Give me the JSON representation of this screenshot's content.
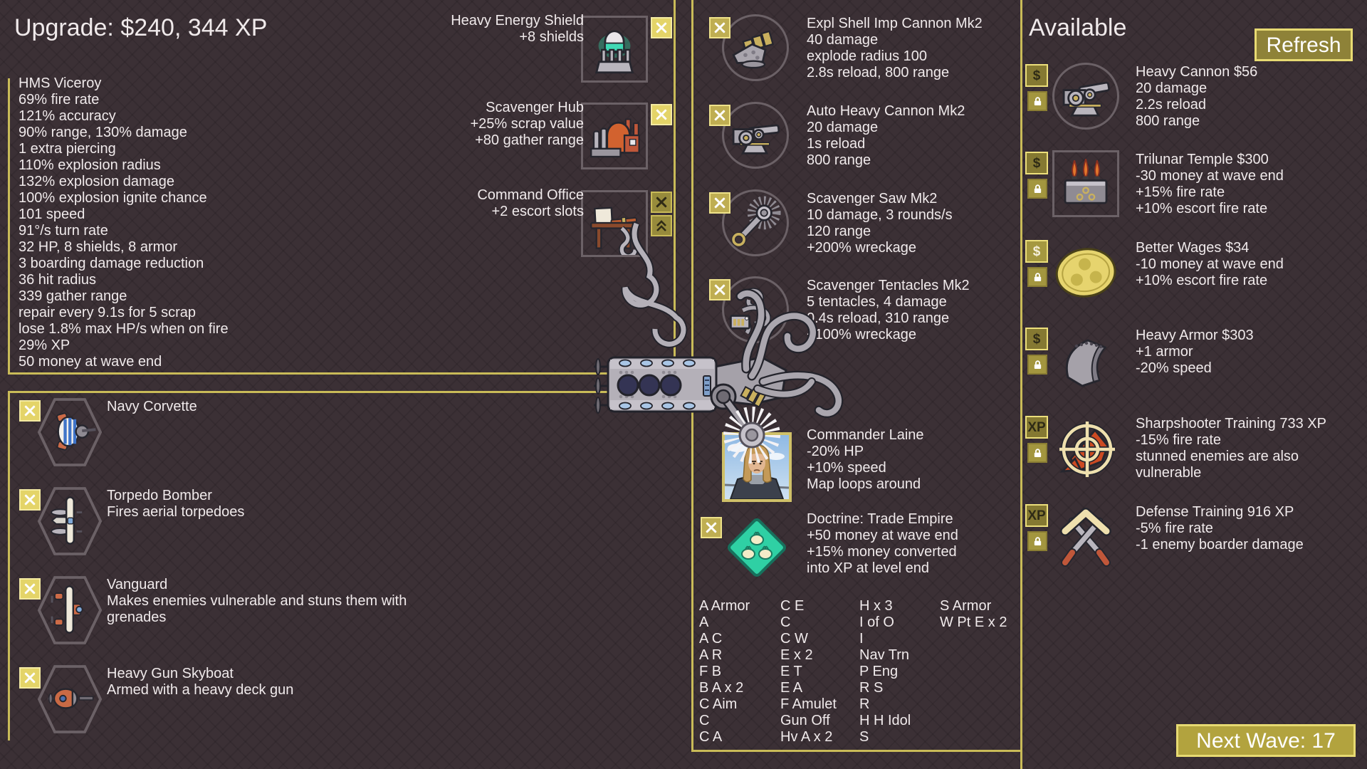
{
  "header": {
    "title": "Upgrade: $240, 344 XP"
  },
  "ship": {
    "stats": "HMS Viceroy\n69% fire rate\n121% accuracy\n90% range, 130% damage\n1 extra piercing\n110% explosion radius\n132% explosion damage\n100% explosion ignite chance\n101 speed\n91°/s turn rate\n32 HP, 8 shields, 8 armor\n3 boarding damage reduction\n36 hit radius\n339 gather range\nrepair every 9.1s for 5 scrap\nlose 1.8% max HP/s when on fire\n29% XP\n50 money at wave end"
  },
  "modules": [
    {
      "name": "Heavy Energy Shield",
      "desc": "+8 shields",
      "icon": "energy-shield-icon"
    },
    {
      "name": "Scavenger Hub",
      "desc": "+25% scrap value\n+80 gather range",
      "icon": "scavenger-hub-icon"
    },
    {
      "name": "Command Office",
      "desc": "+2 escort slots",
      "icon": "command-office-icon"
    }
  ],
  "weapons": [
    {
      "name": "Expl Shell Imp Cannon Mk2",
      "desc": "40 damage\nexplode radius 100\n2.8s reload, 800 range",
      "icon": "explosive-cannon-icon"
    },
    {
      "name": "Auto Heavy Cannon Mk2",
      "desc": "20 damage\n1s reload\n800 range",
      "icon": "auto-cannon-icon"
    },
    {
      "name": "Scavenger Saw Mk2",
      "desc": "10 damage, 3 rounds/s\n120 range\n+200% wreckage",
      "icon": "scavenger-saw-icon"
    },
    {
      "name": "Scavenger Tentacles Mk2",
      "desc": "5 tentacles, 4 damage\n0.4s reload, 310 range\n+100% wreckage",
      "icon": "scavenger-tentacles-icon"
    }
  ],
  "commander": {
    "name": "Commander Laine",
    "desc": "-20% HP\n+10% speed\nMap loops around",
    "icon": "commander-portrait"
  },
  "doctrine": {
    "name": "Doctrine: Trade Empire",
    "desc": "+50 money at wave end\n+15% money converted\ninto XP at level end",
    "icon": "doctrine-diamond-icon"
  },
  "letters": {
    "c1": "A Armor\nA\nA C\nA R\nF B\nB A x 2\nC Aim\nC\nC A",
    "c2": "C E\nC\nC W\nE x 2\nE T\nE A\nF Amulet\nGun Off\nHv A x 2",
    "c3": "H x 3\nI of O\nI\nNav Trn\nP Eng\nR S\nR\nH H Idol\nS",
    "c4": "S Armor\nW Pt E x 2"
  },
  "escorts": [
    {
      "name": "Navy Corvette",
      "desc": "",
      "icon": "navy-corvette-icon"
    },
    {
      "name": "Torpedo Bomber",
      "desc": "Fires aerial torpedoes",
      "icon": "torpedo-bomber-icon"
    },
    {
      "name": "Vanguard",
      "desc": "Makes enemies vulnerable and stuns them with\ngrenades",
      "icon": "vanguard-icon"
    },
    {
      "name": "Heavy Gun Skyboat",
      "desc": "Armed with a heavy deck gun",
      "icon": "heavy-gun-skyboat-icon"
    }
  ],
  "shop": {
    "title": "Available",
    "refresh_label": "Refresh",
    "items": [
      {
        "name": "Heavy Cannon $56",
        "desc": "20 damage\n2.2s reload\n800 range",
        "badge": "$",
        "icon": "heavy-cannon-icon"
      },
      {
        "name": "Trilunar Temple $300",
        "desc": "-30 money at wave end\n+15% fire rate\n+10% escort fire rate",
        "badge": "$",
        "icon": "temple-icon"
      },
      {
        "name": "Better Wages $34",
        "desc": "-10 money at wave end\n+10% escort fire rate",
        "badge": "$",
        "icon": "coin-icon"
      },
      {
        "name": "Heavy Armor $303",
        "desc": "+1 armor\n-20% speed",
        "badge": "$",
        "icon": "armor-plate-icon"
      },
      {
        "name": "Sharpshooter Training 733 XP",
        "desc": "-15% fire rate\nstunned enemies are also\nvulnerable",
        "badge": "XP",
        "icon": "crosshair-icon"
      },
      {
        "name": "Defense Training 916 XP",
        "desc": "-5% fire rate\n-1 enemy boarder damage",
        "badge": "XP",
        "icon": "crossed-swords-icon"
      }
    ]
  },
  "footer": {
    "next_wave_label": "Next Wave: 17"
  },
  "colors": {
    "background": "#3b3035",
    "text": "#f0eaeb",
    "accent_line": "#c9bb58",
    "button_bright": "#e4d468",
    "button_olive": "#978b3c",
    "refresh_fill": "#8e8238",
    "next_wave_fill": "#b2a33e",
    "teal_doctrine": "#2fd0a4",
    "icon_outline": "#6b6166"
  }
}
